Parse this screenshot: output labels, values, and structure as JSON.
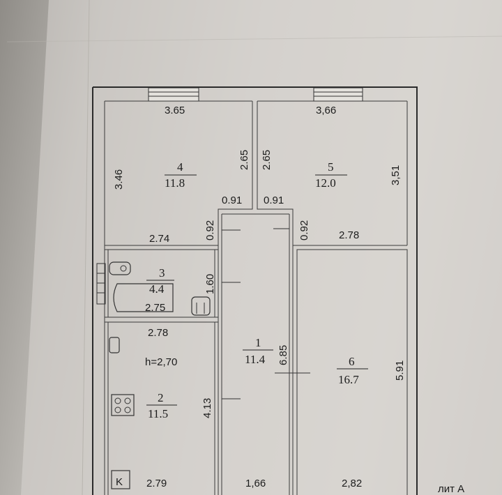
{
  "rooms": [
    {
      "id": "4",
      "area": "11.8"
    },
    {
      "id": "5",
      "area": "12.0"
    },
    {
      "id": "3",
      "area": "4.4"
    },
    {
      "id": "2",
      "area": "11.5"
    },
    {
      "id": "1",
      "area": "11.4"
    },
    {
      "id": "6",
      "area": "16.7"
    }
  ],
  "dimensions": {
    "r4_top": "3.65",
    "r4_left": "3.46",
    "r4_right": "2.65",
    "r4_bottom": "2.74",
    "r5_top": "3,66",
    "r5_left": "2.65",
    "r5_right": "3,51",
    "r5_bottom": "2.78",
    "door_left": "0.91",
    "door_right": "0.91",
    "corr_left": "0.92",
    "corr_right": "0.92",
    "r3_height": "1.60",
    "r3_width": "2.75",
    "r2_top": "2.78",
    "r2_side": "4.13",
    "r2_bottom": "2.79",
    "r1_length": "6.85",
    "r1_bottom": "1,66",
    "r6_length": "5.91",
    "r6_bottom": "2,82"
  },
  "ceiling_height": "h=2,70",
  "sheet_label": "лит А",
  "kitchen_mark": "K"
}
